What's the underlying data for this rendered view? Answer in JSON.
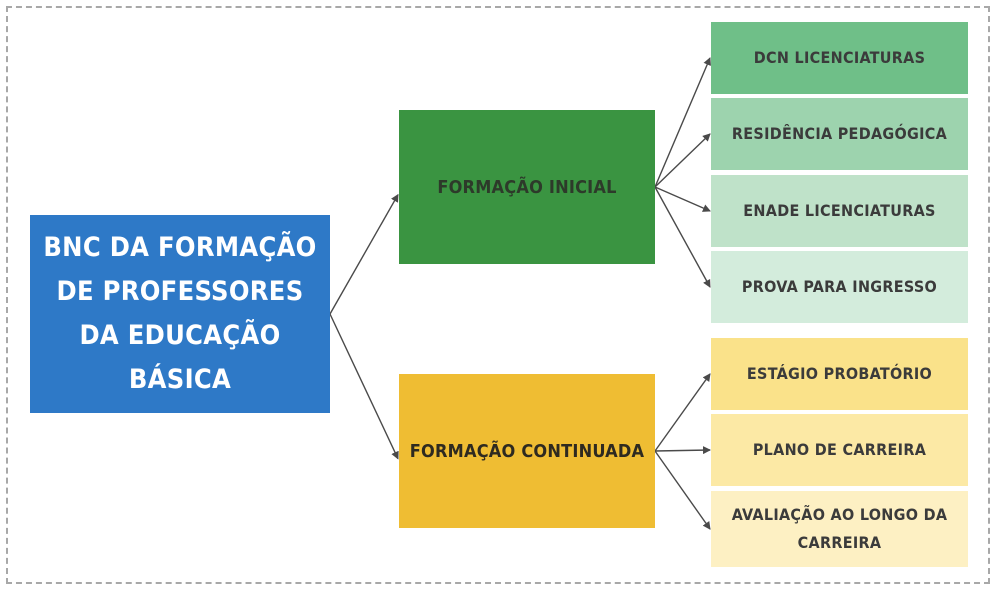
{
  "diagram": {
    "root": {
      "label": "BNC DA FORMAÇÃO DE PROFESSORES DA EDUCAÇÃO BÁSICA",
      "color": "#2e79c7",
      "text_color": "#ffffff"
    },
    "branches": [
      {
        "label": "FORMAÇÃO INICIAL",
        "color": "#3a9441",
        "text_color": "#2d3a2a",
        "leaves": [
          {
            "label": "DCN LICENCIATURAS",
            "color": "#6fbf88"
          },
          {
            "label": "RESIDÊNCIA PEDAGÓGICA",
            "color": "#9dd3ae"
          },
          {
            "label": "ENADE LICENCIATURAS",
            "color": "#bfe2c9"
          },
          {
            "label": "PROVA PARA INGRESSO",
            "color": "#d3ecdc"
          }
        ]
      },
      {
        "label": "FORMAÇÃO CONTINUADA",
        "color": "#efbd33",
        "text_color": "#2e2a20",
        "leaves": [
          {
            "label": "ESTÁGIO PROBATÓRIO",
            "color": "#fae28a"
          },
          {
            "label": "PLANO DE CARREIRA",
            "color": "#fce9a5"
          },
          {
            "label": "AVALIAÇÃO AO LONGO DA CARREIRA",
            "color": "#fdf0c3"
          }
        ]
      }
    ],
    "leaf_text_color": "#3b3b3b",
    "connector_color": "#4a4a4a",
    "frame_color": "#a8a8a8"
  }
}
